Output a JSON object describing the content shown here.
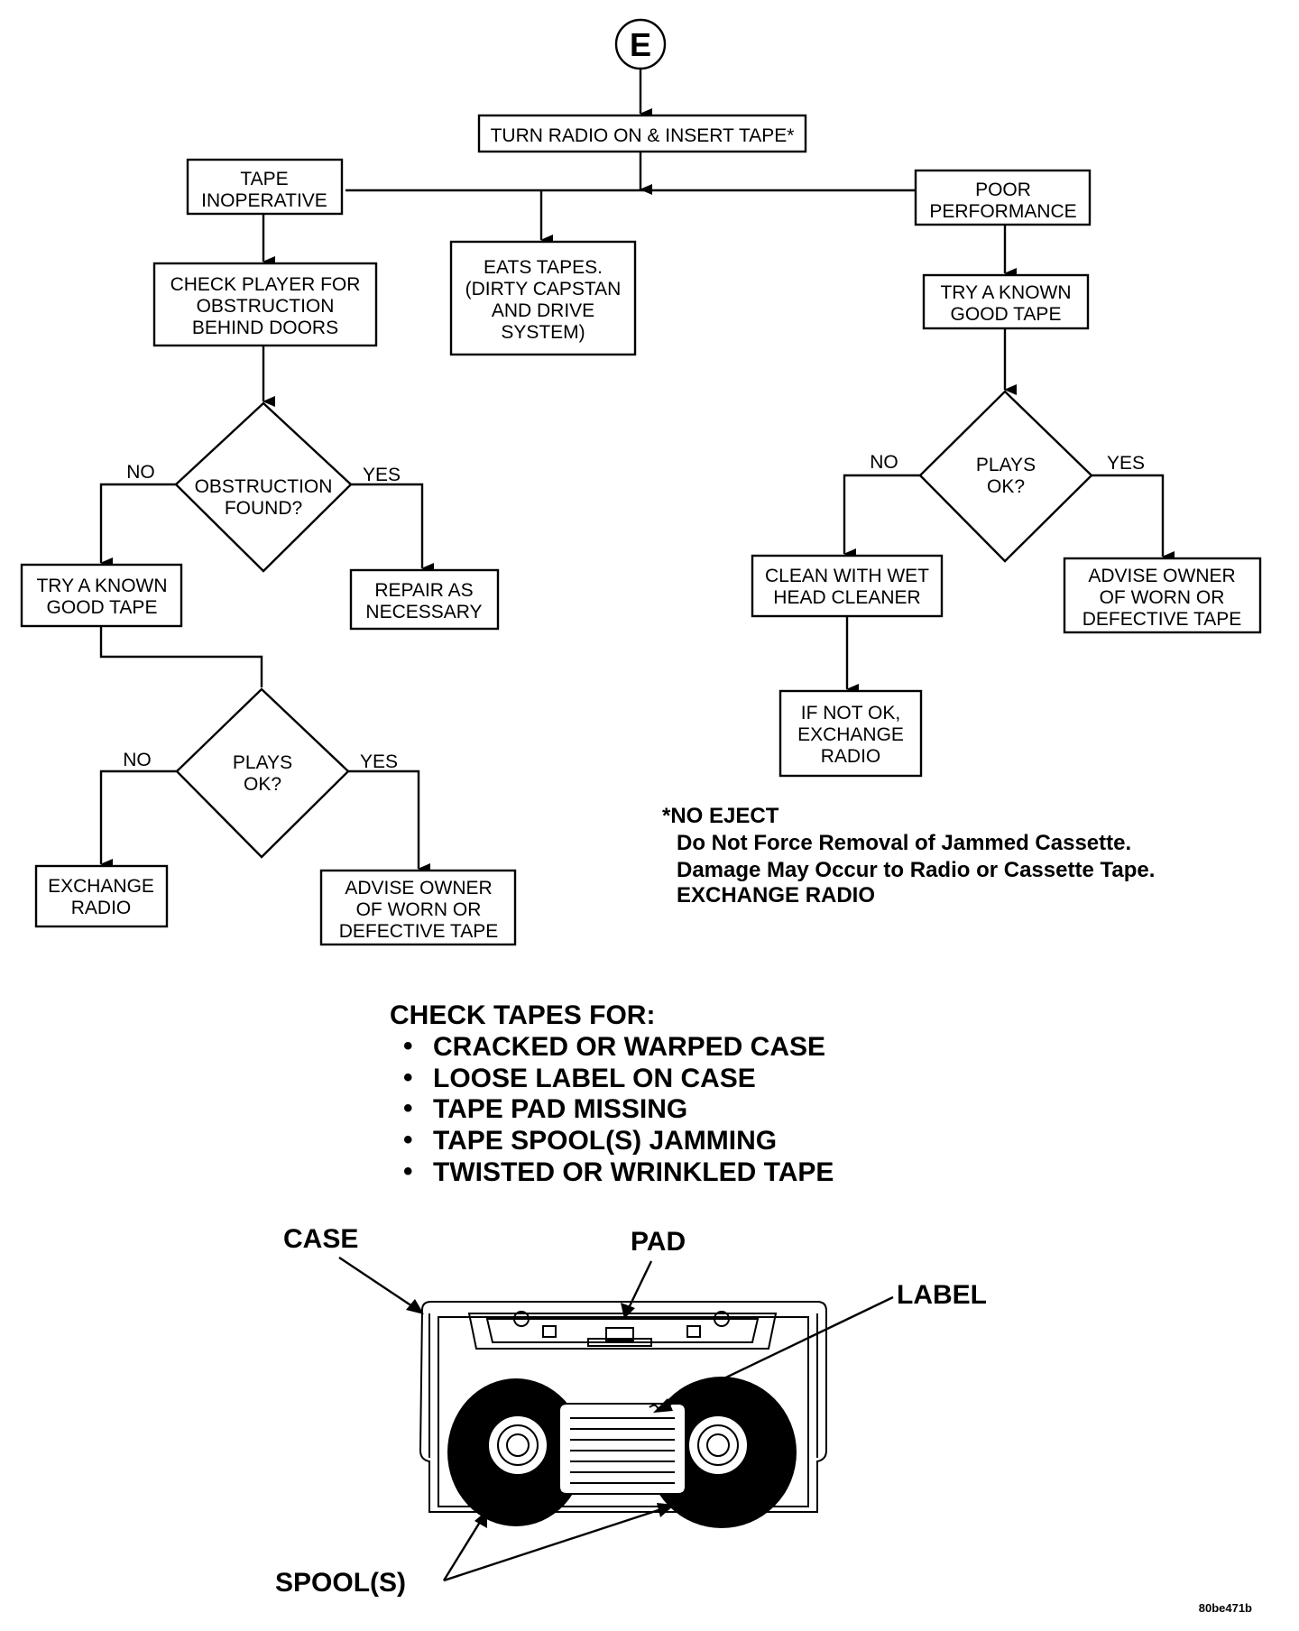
{
  "connector": {
    "label": "E"
  },
  "nodes": {
    "start": "TURN RADIO ON & INSERT TAPE*",
    "tape_inoperative": [
      "TAPE",
      "INOPERATIVE"
    ],
    "eats_tapes": [
      "EATS TAPES.",
      "(DIRTY CAPSTAN",
      "AND DRIVE",
      "SYSTEM)"
    ],
    "poor_performance": [
      "POOR",
      "PERFORMANCE"
    ],
    "check_player": [
      "CHECK PLAYER FOR",
      "OBSTRUCTION",
      "BEHIND DOORS"
    ],
    "obstruction_found": [
      "OBSTRUCTION",
      "FOUND?"
    ],
    "try_known_left": [
      "TRY A KNOWN",
      "GOOD TAPE"
    ],
    "repair": [
      "REPAIR AS",
      "NECESSARY"
    ],
    "plays_ok_left": [
      "PLAYS",
      "OK?"
    ],
    "exchange_radio_left": [
      "EXCHANGE",
      "RADIO"
    ],
    "advise_left": [
      "ADVISE OWNER",
      "OF WORN OR",
      "DEFECTIVE TAPE"
    ],
    "try_known_right": [
      "TRY A KNOWN",
      "GOOD TAPE"
    ],
    "plays_ok_right": [
      "PLAYS",
      "OK?"
    ],
    "clean": [
      "CLEAN WITH WET",
      "HEAD CLEANER"
    ],
    "advise_right": [
      "ADVISE OWNER",
      "OF WORN OR",
      "DEFECTIVE TAPE"
    ],
    "if_not_ok": [
      "IF NOT OK,",
      "EXCHANGE",
      "RADIO"
    ]
  },
  "branch_labels": {
    "no": "NO",
    "yes": "YES"
  },
  "note": {
    "heading": "*NO EJECT",
    "lines": [
      "Do Not Force Removal of Jammed Cassette.",
      "Damage May Occur to Radio or Cassette Tape.",
      "EXCHANGE RADIO"
    ]
  },
  "checklist": {
    "heading": "CHECK TAPES FOR:",
    "items": [
      "CRACKED OR WARPED CASE",
      "LOOSE LABEL ON CASE",
      "TAPE PAD MISSING",
      "TAPE SPOOL(S) JAMMING",
      "TWISTED OR WRINKLED TAPE"
    ]
  },
  "cassette_labels": {
    "case": "CASE",
    "pad": "PAD",
    "label": "LABEL",
    "spools": "SPOOL(S)"
  },
  "figure_id": "80be471b"
}
